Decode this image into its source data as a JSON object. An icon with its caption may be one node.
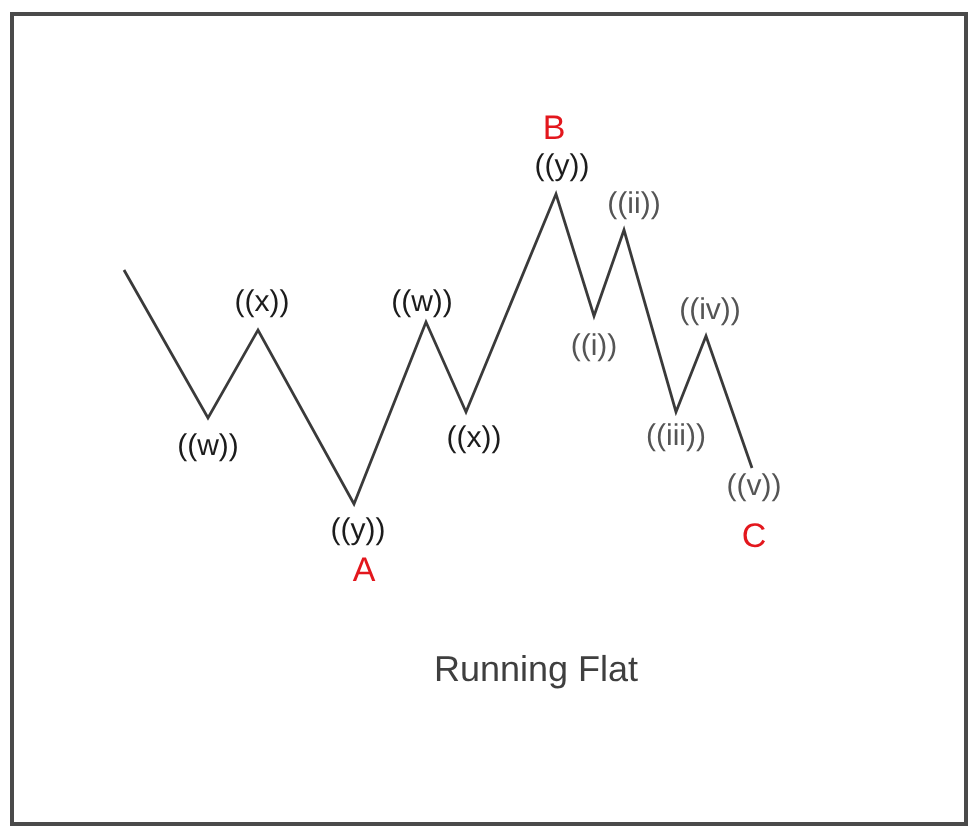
{
  "diagram": {
    "caption": "Running Flat",
    "labels": [
      "((w))",
      "((x))",
      "((y))",
      "A",
      "((w))",
      "((x))",
      "B",
      "((y))",
      "((i))",
      "((ii))",
      "((iii))",
      "((iv))",
      "((v))",
      "C"
    ]
  }
}
